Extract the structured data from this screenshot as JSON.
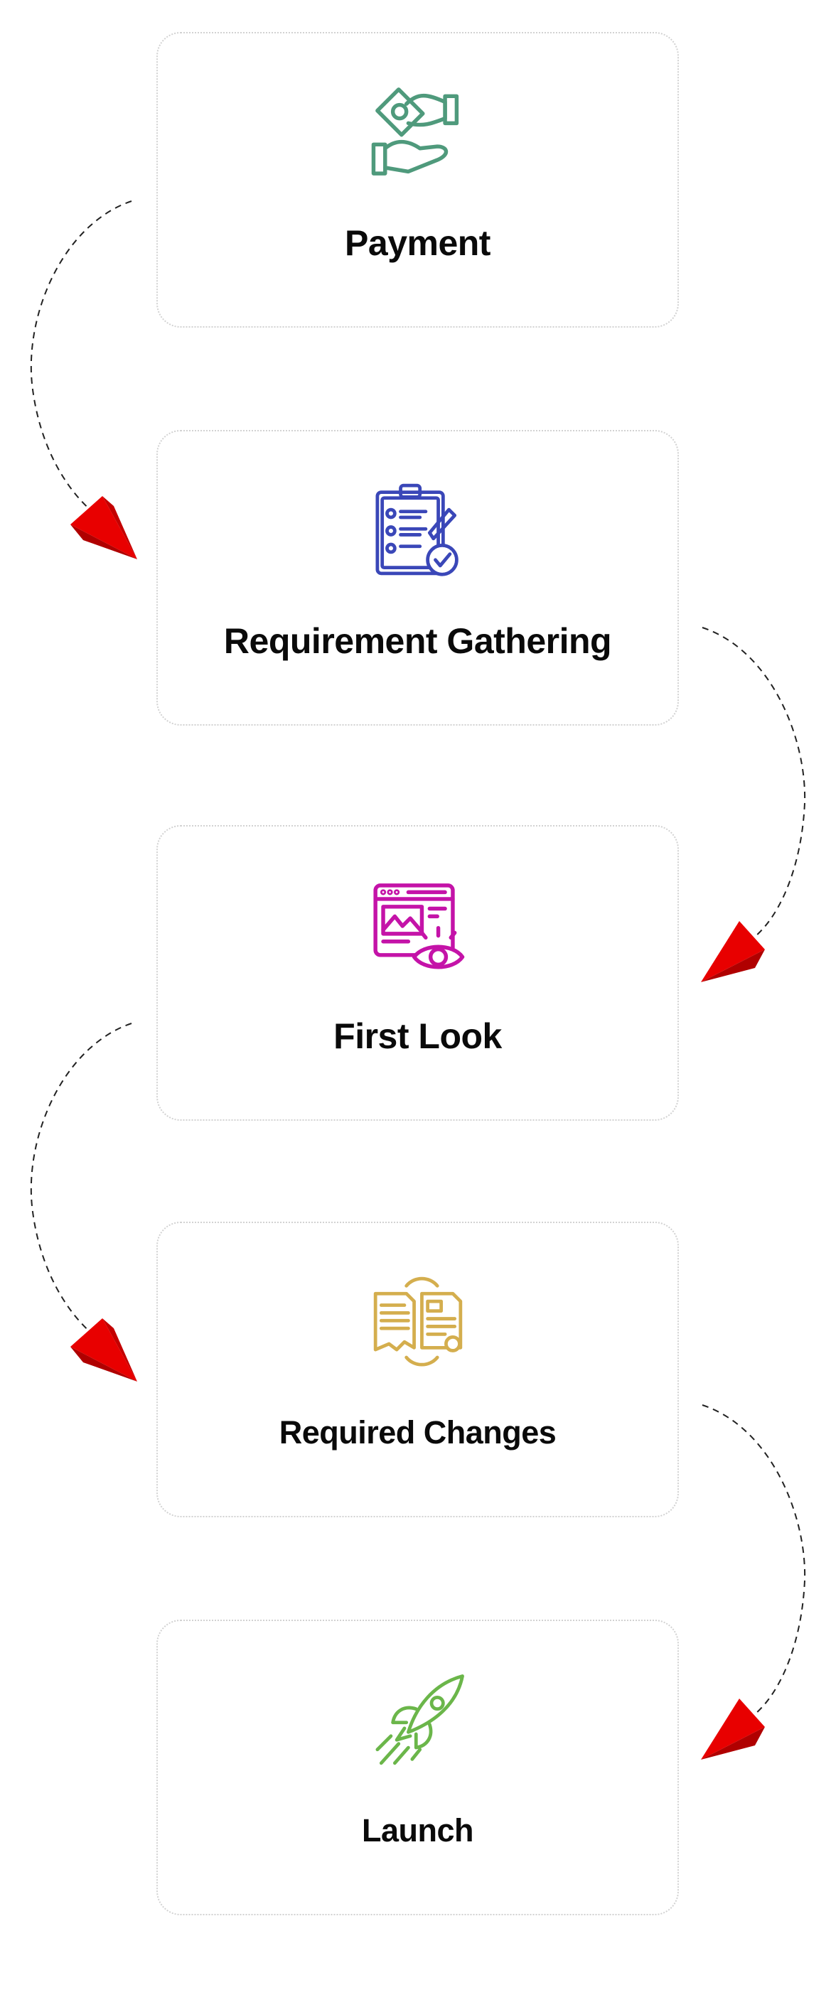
{
  "steps": [
    {
      "title": "Payment",
      "icon": "hand-money-icon",
      "color": "#4f9a7c"
    },
    {
      "title": "Requirement Gathering",
      "icon": "clipboard-checklist-icon",
      "color": "#3a47b8"
    },
    {
      "title": "First Look",
      "icon": "browser-eye-icon",
      "color": "#c413a8"
    },
    {
      "title": "Required Changes",
      "icon": "documents-exchange-icon",
      "color": "#d4ae4e"
    },
    {
      "title": "Launch",
      "icon": "rocket-icon",
      "color": "#6bb64a"
    }
  ],
  "connector_color": "#e00000"
}
